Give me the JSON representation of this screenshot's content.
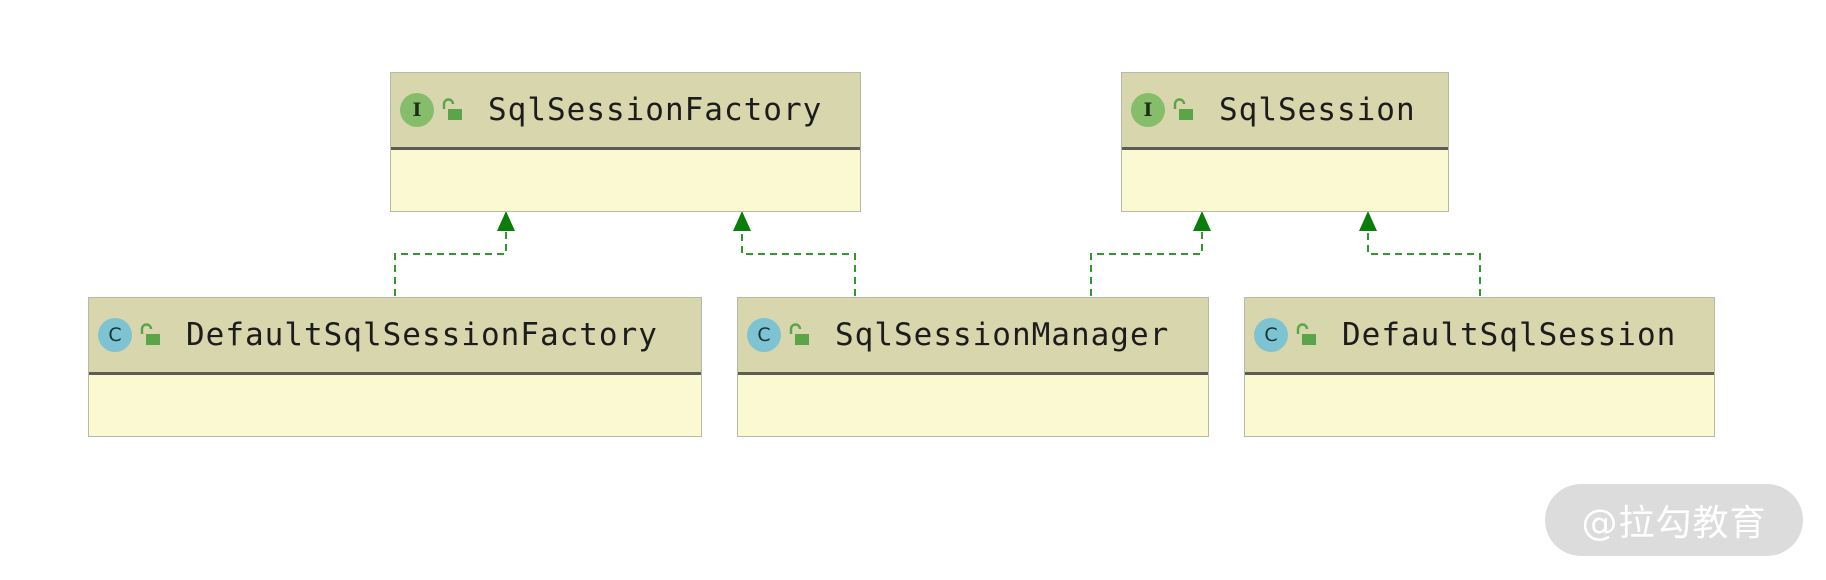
{
  "diagram": {
    "nodes": [
      {
        "id": "sqlsessionfactory",
        "kind": "interface",
        "badge": "I",
        "label": "SqlSessionFactory"
      },
      {
        "id": "sqlsession",
        "kind": "interface",
        "badge": "I",
        "label": "SqlSession"
      },
      {
        "id": "defaultsqlsessionfactory",
        "kind": "class",
        "badge": "C",
        "label": "DefaultSqlSessionFactory"
      },
      {
        "id": "sqlsessionmanager",
        "kind": "class",
        "badge": "C",
        "label": "SqlSessionManager"
      },
      {
        "id": "defaultsqlsession",
        "kind": "class",
        "badge": "C",
        "label": "DefaultSqlSession"
      }
    ],
    "edges": [
      {
        "from": "defaultsqlsessionfactory",
        "to": "sqlsessionfactory",
        "type": "implements"
      },
      {
        "from": "sqlsessionmanager",
        "to": "sqlsessionfactory",
        "type": "implements"
      },
      {
        "from": "sqlsessionmanager",
        "to": "sqlsession",
        "type": "implements"
      },
      {
        "from": "defaultsqlsession",
        "to": "sqlsession",
        "type": "implements"
      }
    ],
    "colors": {
      "header": "#d7d6ad",
      "body": "#fbf9d2",
      "interface_badge": "#86bd6a",
      "class_badge": "#7ec3d2",
      "edge": "#2e9a2e",
      "arrowhead": "#0a7d0a"
    },
    "icons": {
      "visibility": "unlocked-padlock-icon"
    }
  },
  "watermark": {
    "text": "@拉勾教育"
  }
}
